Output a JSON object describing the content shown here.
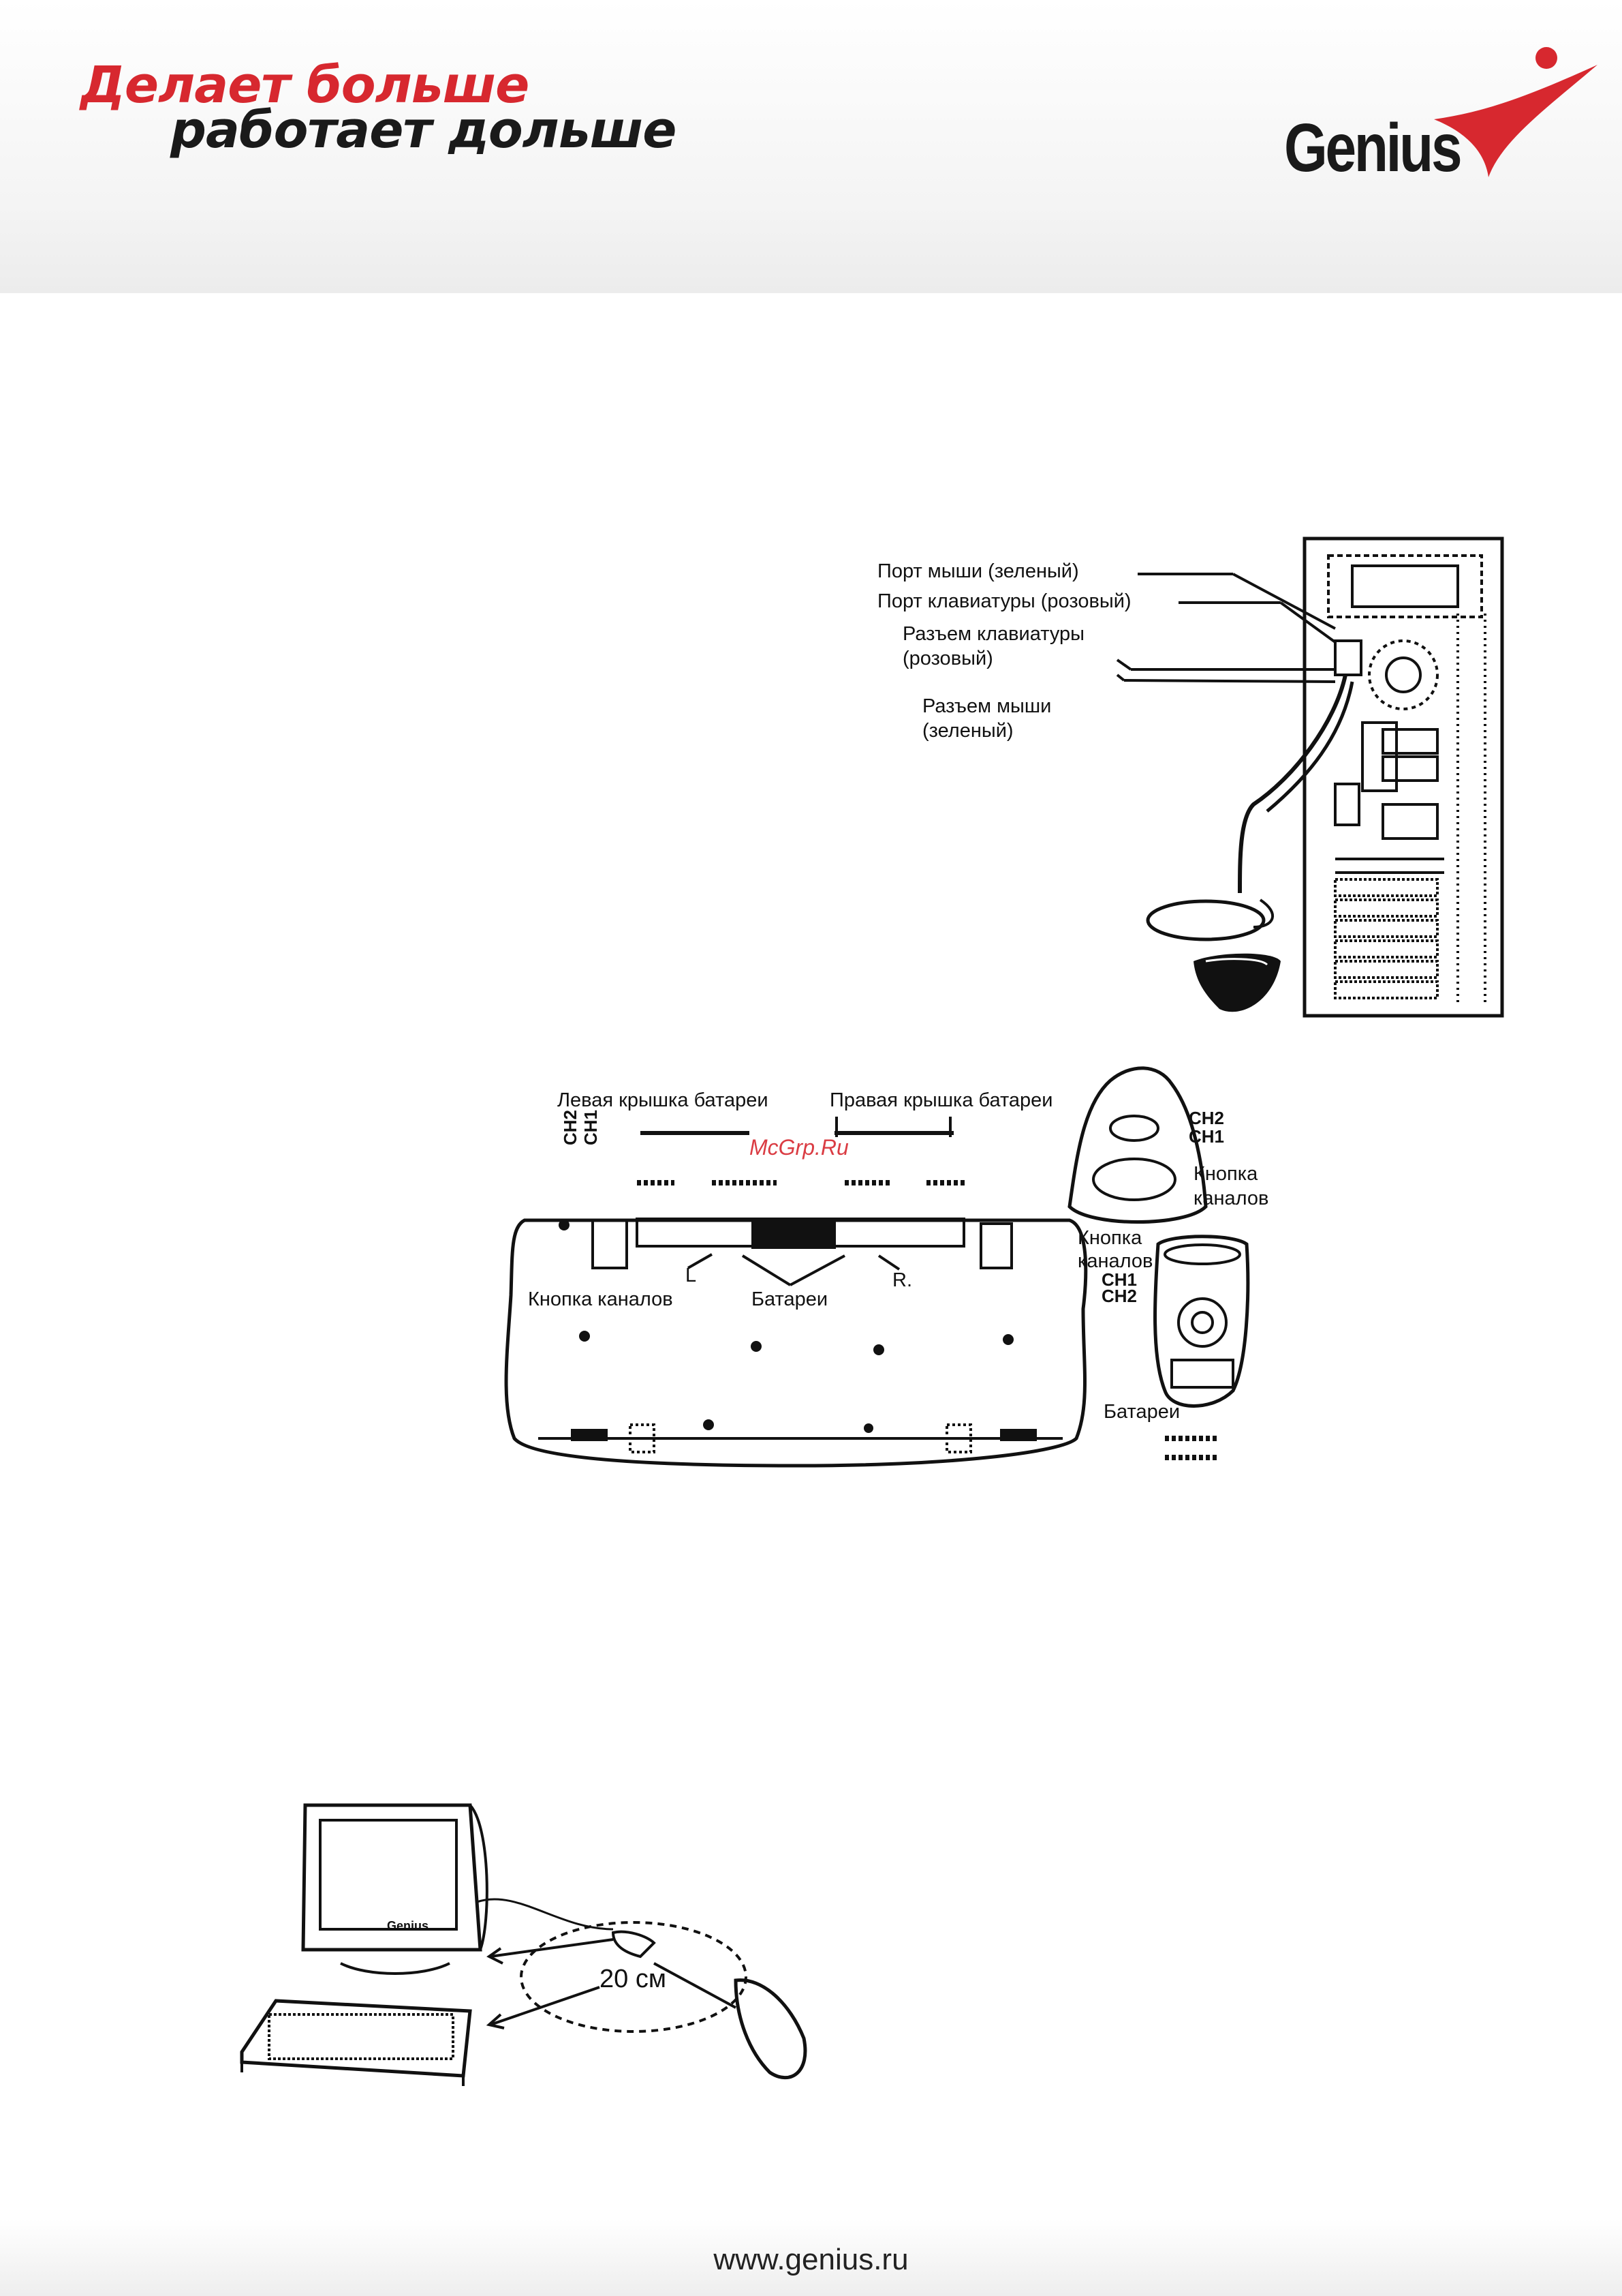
{
  "header": {
    "slogan_line1": "Делает больше",
    "slogan_line2": "работает дольше",
    "logo_text": "Genius",
    "brand_color": "#d7282f"
  },
  "figure_pc": {
    "label_mouse_port": "Порт мыши (зеленый)",
    "label_keyboard_port": "Порт клавиатуры (розовый)",
    "label_keyboard_plug_1": "Разъем клавиатуры",
    "label_keyboard_plug_2": "(розовый)",
    "label_mouse_plug_1": "Разъем мыши",
    "label_mouse_plug_2": "(зеленый)"
  },
  "figure_batteries": {
    "label_left_cover": "Левая крышка батареи",
    "label_right_cover": "Правая крышка батареи",
    "label_channel_button_kb": "Кнопка каналов",
    "label_batteries_kb": "Батареи",
    "label_L": "L",
    "label_R": "R.",
    "label_ch2": "CH2",
    "label_ch1": "CH1",
    "label_receiver_button_1": "Кнопка",
    "label_receiver_button_2": "каналов",
    "label_mouse_button_1": "Кнопка",
    "label_mouse_button_2": "каналов",
    "label_mouse_ch1": "CH1",
    "label_mouse_ch2": "CH2",
    "label_batteries_mouse": "Батареи",
    "watermark": "McGrp.Ru"
  },
  "figure_distance": {
    "label_distance": "20 см",
    "monitor_brand": "Genius"
  },
  "footer": {
    "url": "www.genius.ru"
  }
}
